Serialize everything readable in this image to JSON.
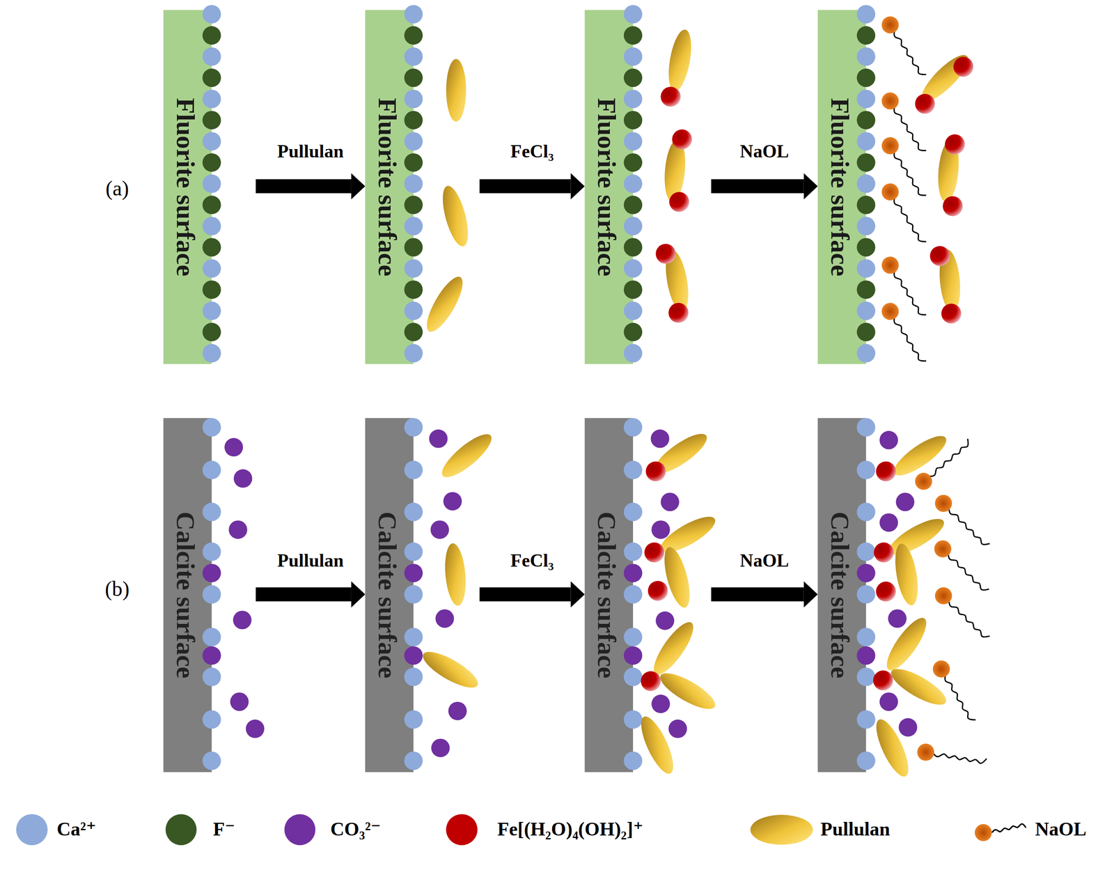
{
  "diagram": {
    "nodes": [
      {
        "text": [
          "Fluorite surface"
        ]
      },
      {
        "text": [
          "Fluorite surface"
        ]
      },
      {
        "text": [
          "Fluorite surface"
        ]
      },
      {
        "text": [
          "Fluorite surface"
        ]
      },
      {
        "text": [
          "Calcite surface"
        ]
      },
      {
        "text": [
          "Calcite surface"
        ]
      },
      {
        "text": [
          "Calcite surface"
        ]
      },
      {
        "text": [
          "Calcite surface"
        ]
      }
    ],
    "edges": [
      {
        "from": 0,
        "to": 1,
        "label": "Pullulan",
        "arrow": "to"
      },
      {
        "from": 1,
        "to": 2,
        "label": "FeCl₃",
        "arrow": "to"
      },
      {
        "from": 2,
        "to": 3,
        "label": "NaOL",
        "arrow": "to"
      },
      {
        "from": 4,
        "to": 5,
        "label": "Pullulan",
        "arrow": "to"
      },
      {
        "from": 5,
        "to": 6,
        "label": "FeCl₃",
        "arrow": "to"
      },
      {
        "from": 6,
        "to": 7,
        "label": "NaOL",
        "arrow": "to"
      }
    ],
    "labels": [
      "(a)",
      "(b)"
    ],
    "legend": [
      {
        "text": "Ca²⁺",
        "color": "#8eaadb"
      },
      {
        "text": "F⁻",
        "color": "#385723"
      },
      {
        "text": "CO₃²⁻",
        "color": "#7030a0"
      },
      {
        "text": "Fe[(H₂O)₄(OH)₂]⁺",
        "color": "#c00000"
      },
      {
        "text": "Pullulan"
      },
      {
        "text": "NaOL"
      }
    ]
  }
}
